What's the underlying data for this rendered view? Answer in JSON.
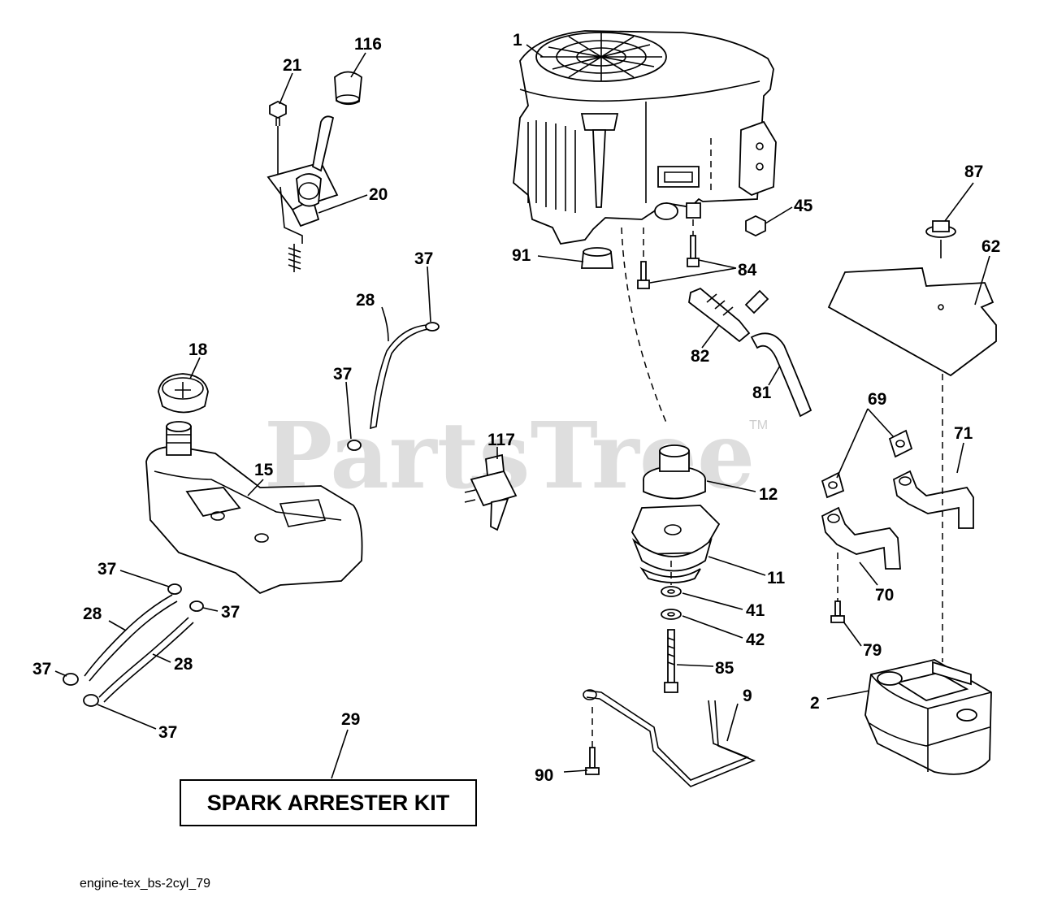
{
  "watermark": {
    "text": "PartsTree",
    "tm": "TM"
  },
  "kit_label": "SPARK ARRESTER KIT",
  "caption": "engine-tex_bs-2cyl_79",
  "callouts": {
    "c1": "1",
    "c116": "116",
    "c21": "21",
    "c20": "20",
    "c91": "91",
    "c45": "45",
    "c84": "84",
    "c87": "87",
    "c62": "62",
    "c82": "82",
    "c81": "81",
    "c37a": "37",
    "c28a": "28",
    "c37b": "37",
    "c18": "18",
    "c15": "15",
    "c117": "117",
    "c12": "12",
    "c69": "69",
    "c71": "71",
    "c11": "11",
    "c70": "70",
    "c41": "41",
    "c42": "42",
    "c37c": "37",
    "c37d": "37",
    "c28b": "28",
    "c28c": "28",
    "c37e": "37",
    "c37f": "37",
    "c79": "79",
    "c85": "85",
    "c9": "9",
    "c2": "2",
    "c29": "29",
    "c90": "90"
  }
}
